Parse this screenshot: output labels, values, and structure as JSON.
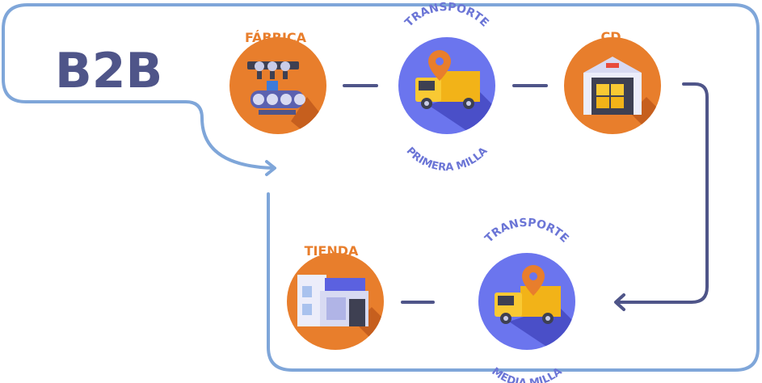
{
  "title": "B2B",
  "nodes": [
    {
      "id": "fabrica",
      "label": "FÁBRICA",
      "label_color": "#E87E2C",
      "icon": "factory-icon"
    },
    {
      "id": "transporte1",
      "label": "TRANSPORTE",
      "sublabel": "PRIMERA MILLA",
      "label_color": "#6B75D6",
      "icon": "truck-icon"
    },
    {
      "id": "cd",
      "label": "CD",
      "label_color": "#E87E2C",
      "icon": "warehouse-icon"
    },
    {
      "id": "tienda",
      "label": "TIENDA",
      "label_color": "#E87E2C",
      "icon": "store-icon"
    },
    {
      "id": "transporte2",
      "label": "TRANSPORTE",
      "sublabel": "MEDIA MILLA",
      "label_color": "#6B75D6",
      "icon": "truck-icon"
    }
  ],
  "colors": {
    "title": "#4F5589",
    "orange": "#E87E2C",
    "orange_dark": "#C65F1E",
    "blue": "#6B75EE",
    "blue_dark": "#4A4FC8",
    "connector": "#4F5589",
    "frame": "#7FA6D9"
  }
}
